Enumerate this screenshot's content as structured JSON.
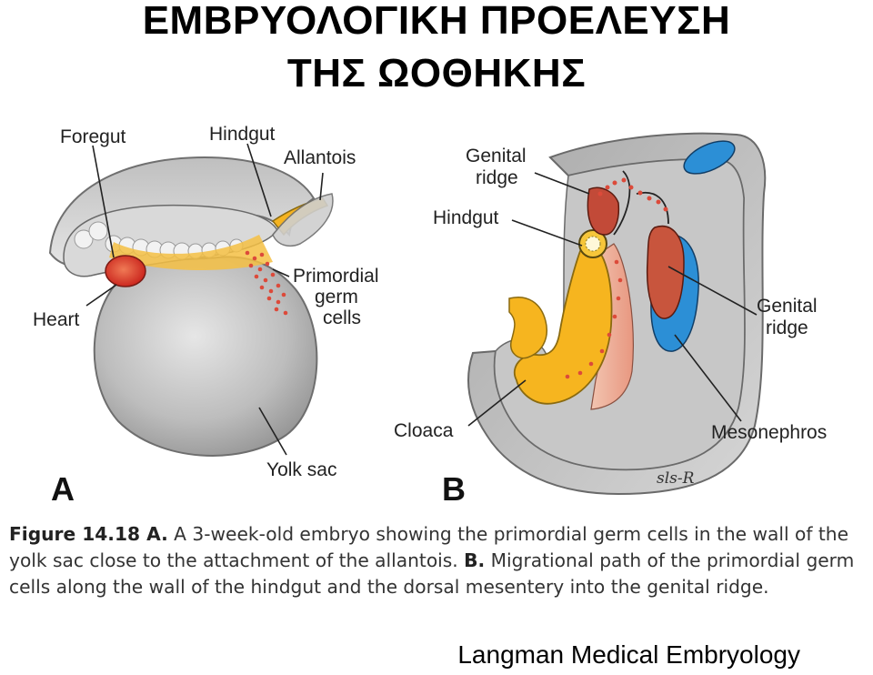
{
  "title": {
    "line1": "ΕΜΒΡΥΟΛΟΓΙΚΗ ΠΡΟΕΛΕΥΣΗ",
    "line2": "ΤΗΣ ΩΟΘΗΚΗΣ"
  },
  "figure_a": {
    "panel_letter": "A",
    "labels": {
      "foregut": "Foregut",
      "hindgut": "Hindgut",
      "allantois": "Allantois",
      "primordial_1": "Primordial",
      "primordial_2": "germ",
      "primordial_3": "cells",
      "heart": "Heart",
      "yolk_sac": "Yolk sac"
    }
  },
  "figure_b": {
    "panel_letter": "B",
    "labels": {
      "genital_ridge_top_1": "Genital",
      "genital_ridge_top_2": "ridge",
      "hindgut": "Hindgut",
      "genital_ridge_right_1": "Genital",
      "genital_ridge_right_2": "ridge",
      "cloaca": "Cloaca",
      "mesonephros": "Mesonephros",
      "signature": "sls-R"
    }
  },
  "caption": {
    "fig_label": "Figure 14.18 A.",
    "part_a": " A 3-week-old embryo showing the primordial germ cells in the wall of the yolk sac close to the attachment of the allantois. ",
    "b_label": "B.",
    "part_b": " Migrational path of the primordial germ cells along the wall of the hindgut and the dorsal mesentery into the genital ridge."
  },
  "source": "Langman Medical Embryology",
  "colors": {
    "yolk_gray": "#b9b9b9",
    "germ_red": "#d9453a",
    "endoderm_yellow": "#f5b320",
    "mesonephros_blue": "#2c8fd6",
    "heart_red": "#d62c20"
  }
}
